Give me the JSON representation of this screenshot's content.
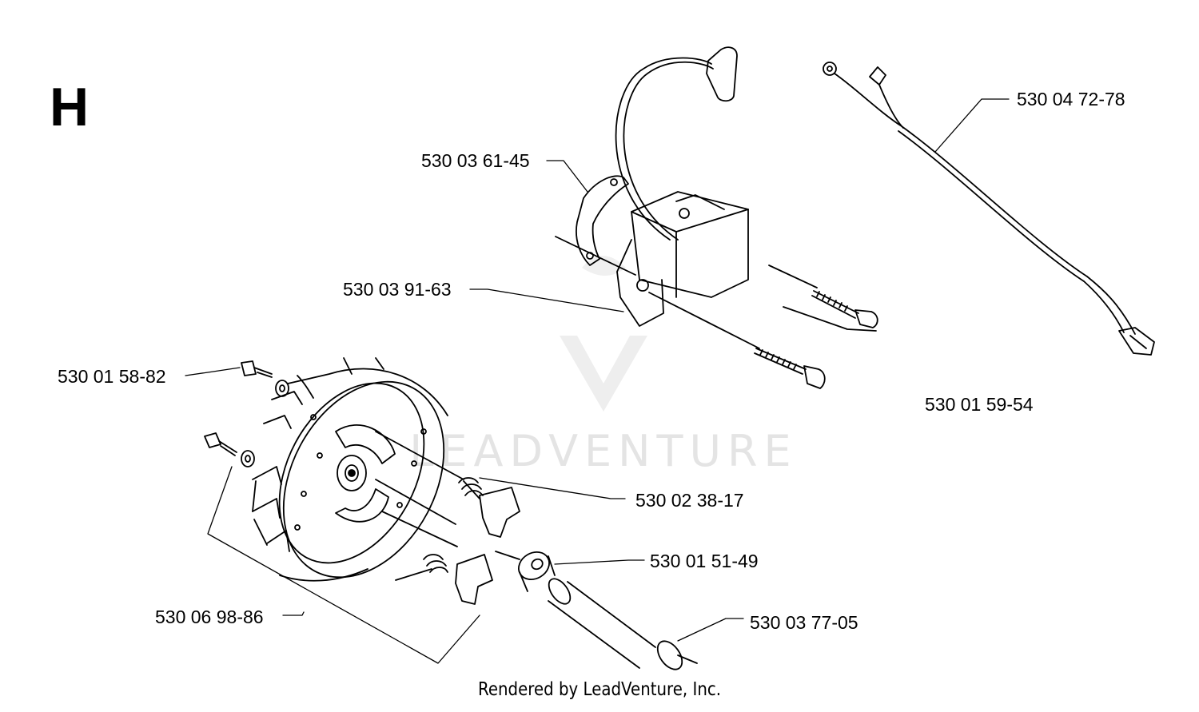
{
  "section": "H",
  "footer": "Rendered by LeadVenture, Inc.",
  "watermark": "LEADVENTURE",
  "parts": [
    {
      "id": "p1",
      "number": "530 04 72-78"
    },
    {
      "id": "p2",
      "number": "530 03 61-45"
    },
    {
      "id": "p3",
      "number": "530 03 91-63"
    },
    {
      "id": "p4",
      "number": "530 01 58-82"
    },
    {
      "id": "p5",
      "number": "530 01 59-54"
    },
    {
      "id": "p6",
      "number": "530 02 38-17"
    },
    {
      "id": "p7",
      "number": "530 01 51-49"
    },
    {
      "id": "p8",
      "number": "530 06 98-86"
    },
    {
      "id": "p9",
      "number": "530 03 77-05"
    }
  ],
  "colors": {
    "line": "#000000",
    "watermark": "#e4e4e4"
  }
}
